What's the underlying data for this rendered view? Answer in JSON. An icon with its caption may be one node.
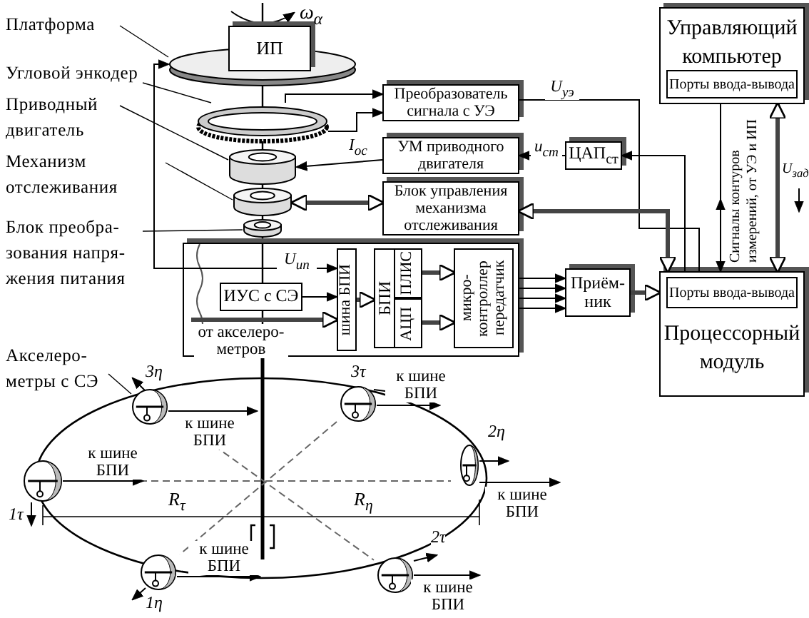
{
  "diagram": {
    "nodes": [
      {
        "text": [
          "Платформа"
        ]
      },
      {
        "text": [
          "Угловой энкодер"
        ]
      },
      {
        "text": [
          "Приводный двигатель"
        ]
      },
      {
        "text": [
          "Механизм отслеживания"
        ]
      },
      {
        "text": [
          "Блок преобра- зования напря- жения питания"
        ]
      },
      {
        "text": [
          "Акселеро- метры с СЭ"
        ]
      },
      {
        "text": [],
        "shape": "disk"
      },
      {
        "text": [
          "ИП"
        ]
      },
      {
        "text": [],
        "shape": "ring"
      },
      {
        "text": [],
        "shape": "cylinder"
      },
      {
        "text": [],
        "shape": "cylinder"
      },
      {
        "text": [],
        "shape": "cylinder"
      },
      {
        "text": [
          "Преобразователь сигнала с УЭ"
        ]
      },
      {
        "text": [
          "УМ приводного двигателя"
        ]
      },
      {
        "text": [
          "ЦАП$_{ст}$"
        ]
      },
      {
        "text": [
          "Блок управления механизма отслеживания"
        ]
      },
      {
        "text": [],
        "shape": "box"
      },
      {
        "text": [
          "ИУС с СЭ"
        ],
        "in": 16
      },
      {
        "text": [
          "шина БПИ"
        ],
        "in": 16
      },
      {
        "text": [
          "БПИ"
        ],
        "in": 16
      },
      {
        "text": [
          "ПЛИС"
        ],
        "in": 19
      },
      {
        "text": [
          "АЦП"
        ],
        "in": 19
      },
      {
        "text": [
          "микро- контроллер передатчик"
        ],
        "in": 16
      },
      {
        "text": [
          "Приём- ник"
        ]
      },
      {
        "text": [
          "Процессорный модуль"
        ]
      },
      {
        "text": [
          "Порты ввода-вывода"
        ],
        "in": 24
      },
      {
        "text": [
          "Управляющий компьютер"
        ]
      },
      {
        "text": [
          "Порты ввода-вывода"
        ],
        "in": 26
      },
      {
        "text": [],
        "shape": "circle",
        "beside": [
          "3η"
        ]
      },
      {
        "text": [],
        "shape": "circle",
        "beside": [
          "3τ"
        ]
      },
      {
        "text": [],
        "shape": "circle",
        "beside": [
          "1τ"
        ]
      },
      {
        "text": [],
        "shape": "circle",
        "beside": [
          "2η"
        ]
      },
      {
        "text": [],
        "shape": "circle",
        "beside": [
          "1η"
        ]
      },
      {
        "text": [],
        "shape": "circle",
        "beside": [
          "2τ"
        ]
      }
    ],
    "edges": [
      {
        "from": 0,
        "to": 6,
        "arrow": "none"
      },
      {
        "from": 1,
        "to": 8,
        "arrow": "none"
      },
      {
        "from": 2,
        "to": 9,
        "arrow": "none"
      },
      {
        "from": 3,
        "to": 10,
        "arrow": "none"
      },
      {
        "from": 4,
        "to": 11,
        "arrow": "none"
      },
      {
        "from": 5,
        "to": 28,
        "arrow": "none"
      },
      {
        "from": 8,
        "to": 12,
        "arrow": "to"
      },
      {
        "from": 8,
        "to": 12,
        "arrow": "to"
      },
      {
        "from": 12,
        "to": 24,
        "arrow": "none",
        "label": "U$_{уэ}$"
      },
      {
        "from": 24,
        "to": 14,
        "arrow": "to"
      },
      {
        "from": 14,
        "to": 13,
        "arrow": "to",
        "label": "u$_{ст}$"
      },
      {
        "from": 13,
        "to": 9,
        "arrow": "to",
        "label": "I$_{ос}$"
      },
      {
        "from": 10,
        "to": 15,
        "arrow": "both",
        "style": "thick"
      },
      {
        "from": 24,
        "to": 15,
        "arrow": "both",
        "style": "thick"
      },
      {
        "from": 26,
        "to": 24,
        "arrow": "both",
        "style": "thick"
      },
      {
        "from": 26,
        "to": 24,
        "arrow": "to"
      },
      {
        "from": 6,
        "to": 18,
        "arrow": "both",
        "label": "U$_{ип}$"
      },
      {
        "from": 17,
        "to": 18,
        "arrow": "to"
      },
      {
        "from": null,
        "to": 18,
        "arrow": "to",
        "style": "thick",
        "label": "от акселеро- метров"
      },
      {
        "from": 18,
        "to": 19,
        "arrow": "to",
        "style": "thick"
      },
      {
        "from": 20,
        "to": 22,
        "arrow": "to",
        "style": "thick"
      },
      {
        "from": 21,
        "to": 22,
        "arrow": "to",
        "style": "thick"
      },
      {
        "from": 16,
        "to": 23,
        "arrow": "to"
      },
      {
        "from": 16,
        "to": 23,
        "arrow": "to"
      },
      {
        "from": 16,
        "to": 23,
        "arrow": "to"
      },
      {
        "from": 16,
        "to": 23,
        "arrow": "to"
      },
      {
        "from": 23,
        "to": 24,
        "arrow": "to",
        "style": "thick"
      },
      {
        "from": 28,
        "to": null,
        "arrow": "to",
        "label": "к шине БПИ"
      },
      {
        "from": 29,
        "to": null,
        "arrow": "to",
        "label": "к шине БПИ"
      },
      {
        "from": 30,
        "to": null,
        "arrow": "to",
        "label": "к шине БПИ"
      },
      {
        "from": 31,
        "to": null,
        "arrow": "to",
        "label": "к шине БПИ"
      },
      {
        "from": 32,
        "to": null,
        "arrow": "to",
        "label": "к шине БПИ"
      },
      {
        "from": 33,
        "to": null,
        "arrow": "to",
        "label": "к шине БПИ"
      }
    ],
    "labels": [
      "ω$_{α}$",
      "Сигналы контуров измерений, от УЭ и ИП",
      "U$_{зад}$",
      "R$_{τ}$",
      "R$_{η}$"
    ]
  }
}
